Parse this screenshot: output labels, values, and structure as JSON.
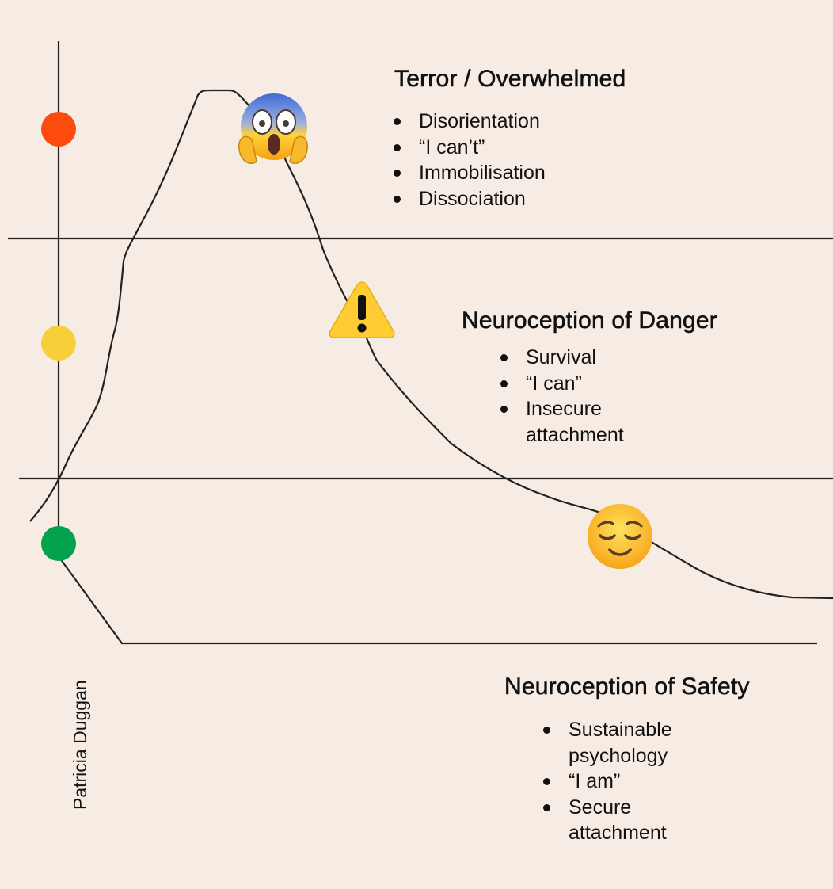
{
  "colors": {
    "background": "#f6ece3",
    "line": "#222222",
    "red_dot": "#fd4a0f",
    "yellow_dot": "#f6cf3a",
    "green_dot": "#03a24f"
  },
  "zones": {
    "terror": {
      "title": "Terror / Overwhelmed",
      "bullets": [
        "Disorientation",
        "“I can’t”",
        "Immobilisation",
        "Dissociation"
      ],
      "indicator_color": "red",
      "emoji_icon": "face-screaming-in-fear-icon"
    },
    "danger": {
      "title": "Neuroception of Danger",
      "bullets": [
        "Survival",
        "“I can”",
        "Insecure attachment"
      ],
      "indicator_color": "yellow",
      "emoji_icon": "warning-sign-icon"
    },
    "safety": {
      "title": "Neuroception of Safety",
      "bullets": [
        "Sustainable psychology",
        "“I am”",
        "Secure attachment"
      ],
      "indicator_color": "green",
      "emoji_icon": "relieved-face-icon"
    }
  },
  "author": "Patricia Duggan"
}
